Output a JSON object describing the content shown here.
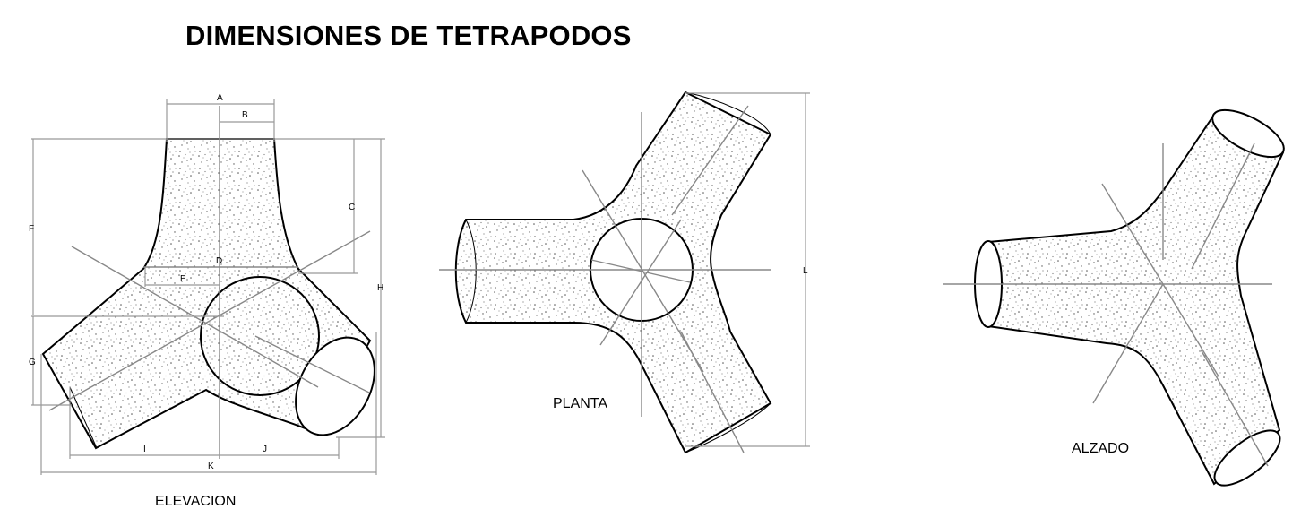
{
  "title": "DIMENSIONES DE TETRAPODOS",
  "views": {
    "elevacion": "ELEVACION",
    "planta": "PLANTA",
    "alzado": "ALZADO"
  },
  "dimensions": {
    "A": "A",
    "B": "B",
    "C": "C",
    "D": "D",
    "E": "E",
    "F": "F",
    "G": "G",
    "H": "H",
    "I": "I",
    "J": "J",
    "K": "K",
    "L": "L"
  }
}
